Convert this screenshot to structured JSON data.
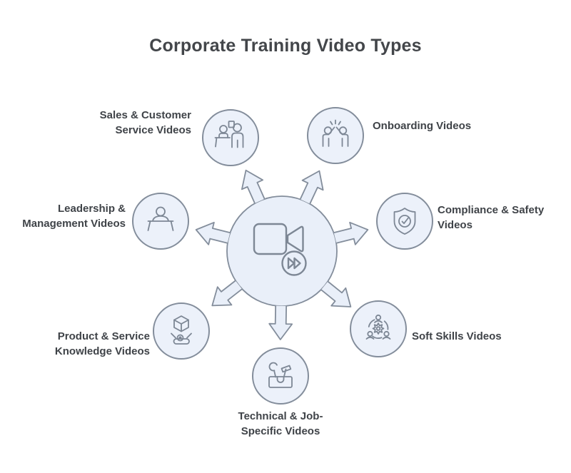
{
  "title": "Corporate Training Video Types",
  "hub": {
    "icon": "video-camera-fast-forward-icon"
  },
  "nodes": [
    {
      "id": "sales-customer-service",
      "icon": "salesperson-counter-icon",
      "label": "Sales & Customer Service Videos",
      "lines": [
        "Sales & Customer",
        "Service Videos"
      ]
    },
    {
      "id": "onboarding",
      "icon": "high-five-icon",
      "label": "Onboarding Videos",
      "lines": [
        "Onboarding Videos"
      ]
    },
    {
      "id": "leadership-management",
      "icon": "speaker-podium-icon",
      "label": "Leadership & Management Videos",
      "lines": [
        "Leadership &",
        "Management Videos"
      ]
    },
    {
      "id": "compliance-safety",
      "icon": "shield-check-icon",
      "label": "Compliance & Safety Videos",
      "lines": [
        "Compliance & Safety",
        "Videos"
      ]
    },
    {
      "id": "product-service-knowledge",
      "icon": "hologram-cube-icon",
      "label": "Product & Service Knowledge Videos",
      "lines": [
        "Product & Service",
        "Knowledge Videos"
      ]
    },
    {
      "id": "soft-skills",
      "icon": "people-gear-icon",
      "label": "Soft Skills Videos",
      "lines": [
        "Soft Skills Videos"
      ]
    },
    {
      "id": "technical-job-specific",
      "icon": "toolbox-tools-icon",
      "label": "Technical & Job-Specific Videos",
      "lines": [
        "Technical & Job-",
        "Specific Videos"
      ]
    }
  ],
  "colors": {
    "background": "#FFFFFF",
    "hub_fill": "#E9EFF9",
    "node_fill": "#ECF1FA",
    "outline": "#838D9B",
    "icon_stroke": "#7D8795",
    "title_color": "#43464A",
    "label_color": "#3F4348"
  }
}
